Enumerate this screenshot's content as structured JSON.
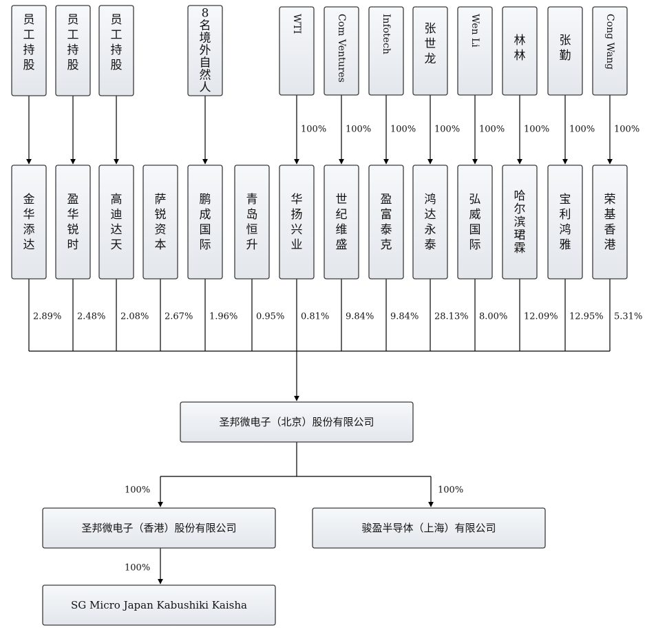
{
  "top_owners": [
    {
      "label": "员工持股",
      "vertical": false
    },
    {
      "label": "员工持股",
      "vertical": false
    },
    {
      "label": "员工持股",
      "vertical": false
    },
    {
      "label": "8名境外自然人",
      "vertical": false
    },
    {
      "label": "WTI",
      "vertical": true
    },
    {
      "label": "Com Ventures",
      "vertical": true
    },
    {
      "label": "Infotech",
      "vertical": true
    },
    {
      "label": "张世龙",
      "vertical": false
    },
    {
      "label": "Wen Li",
      "vertical": true
    },
    {
      "label": "林林",
      "vertical": false
    },
    {
      "label": "张勤",
      "vertical": false
    },
    {
      "label": "Cong Wang",
      "vertical": true
    }
  ],
  "top_ownership_pct": [
    "100%",
    "100%",
    "100%",
    "100%",
    "100%",
    "100%",
    "100%",
    "100%"
  ],
  "shareholders": [
    {
      "label": "金华添达",
      "pct": "2.89%"
    },
    {
      "label": "盈华锐时",
      "pct": "2.48%"
    },
    {
      "label": "高迪达天",
      "pct": "2.08%"
    },
    {
      "label": "萨锐资本",
      "pct": "2.67%"
    },
    {
      "label": "鹏成国际",
      "pct": "1.96%"
    },
    {
      "label": "青岛恒升",
      "pct": "0.95%"
    },
    {
      "label": "华扬兴业",
      "pct": "0.81%"
    },
    {
      "label": "世纪维盛",
      "pct": "9.84%"
    },
    {
      "label": "盈富泰克",
      "pct": "9.84%"
    },
    {
      "label": "鸿达永泰",
      "pct": "28.13%"
    },
    {
      "label": "弘威国际",
      "pct": "8.00%"
    },
    {
      "label": "哈尔滨珺霖",
      "pct": "12.09%"
    },
    {
      "label": "宝利鸿雅",
      "pct": "12.95%"
    },
    {
      "label": "荣基香港",
      "pct": "5.31%"
    }
  ],
  "company": "圣邦微电子（北京）股份有限公司",
  "subsidiaries": [
    {
      "label": "圣邦微电子（香港）股份有限公司",
      "pct": "100%"
    },
    {
      "label": "骏盈半导体（上海）有限公司",
      "pct": "100%"
    }
  ],
  "sub_subsidiary": {
    "label": "SG Micro Japan Kabushiki Kaisha",
    "pct": "100%"
  }
}
